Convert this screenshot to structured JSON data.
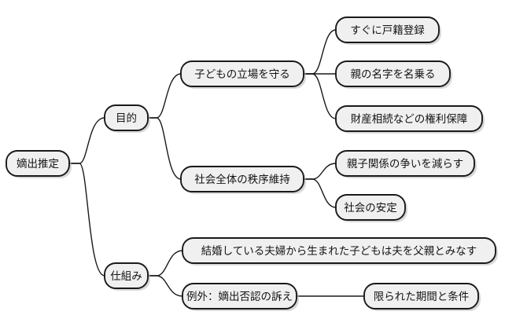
{
  "diagram": {
    "type": "mind-map",
    "title": "嫡出推定",
    "background_color": "#ffffff",
    "node_fill_color": "#f0f0f0",
    "node_border_color": "#1a1a1a",
    "edge_color": "#1a1a1a",
    "text_color": "#141414",
    "nodes": {
      "root": "嫡出推定",
      "branch_purpose": "目的",
      "branch_mechanism": "仕組み",
      "purpose_child_position": "子どもの立場を守る",
      "purpose_social_order": "社会全体の秩序維持",
      "leaf_koseki": "すぐに戸籍登録",
      "leaf_surname": "親の名字を名乗る",
      "leaf_inheritance": "財産相続などの権利保障",
      "leaf_disputes": "親子関係の争いを減らす",
      "leaf_stability": "社会の安定",
      "mechanism_presumption": "結婚している夫婦から生まれた子どもは夫を父親とみなす",
      "mechanism_exception": "例外：嫡出否認の訴え",
      "mechanism_exception_detail": "限られた期間と条件"
    }
  }
}
